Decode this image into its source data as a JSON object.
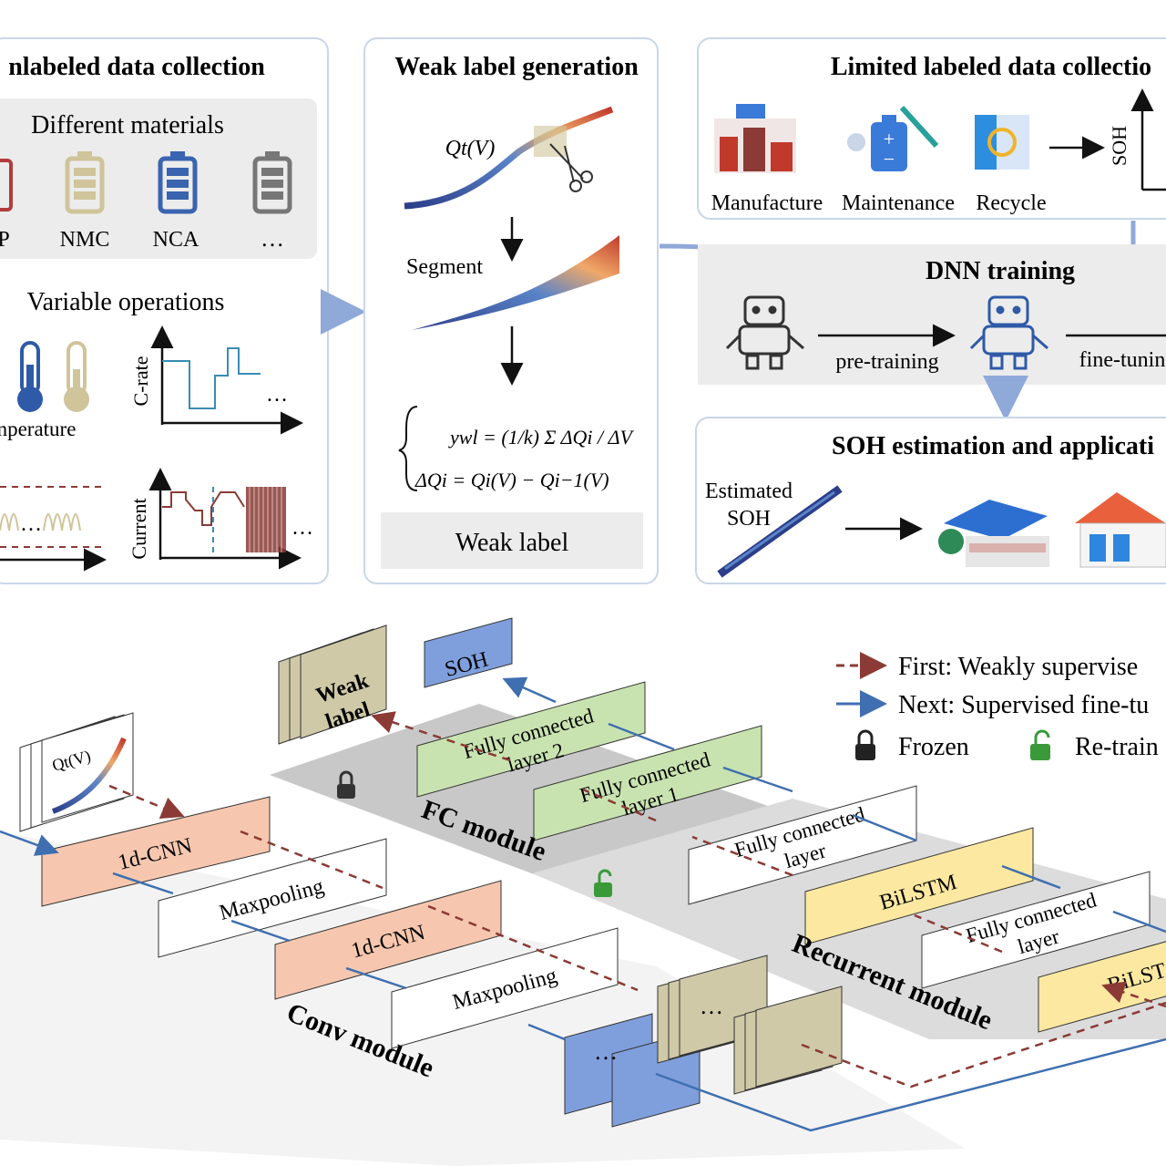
{
  "top": {
    "unlabeled": {
      "title": "nlabeled data collection",
      "materials_title": "Different materials",
      "materials": [
        "P",
        "NMC",
        "NCA",
        "…"
      ],
      "operations_title": "Variable operations",
      "temperature_label": "nperature",
      "crate_label": "C-rate",
      "current_label": "Current",
      "ellipsis": "…",
      "wave_ellipsis": "…"
    },
    "weak": {
      "title": "Weak label generation",
      "q_label": "Qt(V)",
      "segment_label": "Segment",
      "eq_line1": "ywl = (1/k) Σ ΔQi / ΔV",
      "eq_line2": "ΔQi = Qi(V) − Qi−1(V)",
      "weak_label_box": "Weak label"
    },
    "limited": {
      "title": "Limited labeled data collectio",
      "items": [
        "Manufacture",
        "Maintenance",
        "Recycle"
      ],
      "soh_axis": "SOH"
    },
    "dnn": {
      "title": "DNN training",
      "pretraining": "pre-training",
      "finetuning": "fine-tunin"
    },
    "soh_app": {
      "title": "SOH estimation and applicati",
      "estimated_line1": "Estimated",
      "estimated_line2": "SOH"
    }
  },
  "bottom": {
    "legend": {
      "first": "First: Weakly supervise",
      "next": "Next: Supervised fine-tu",
      "frozen": "Frozen",
      "retrain": "Re-train"
    },
    "fc_module": {
      "label": "FC module",
      "fc2_line1": "Fully connected",
      "fc2_line2": "layer 2",
      "fc1_line1": "Fully connected",
      "fc1_line2": "layer 1",
      "soh": "SOH",
      "weak_line1": "Weak",
      "weak_line2": "label"
    },
    "conv_module": {
      "label": "Conv module",
      "layers": [
        "1d-CNN",
        "Maxpooling",
        "1d-CNN",
        "Maxpooling"
      ],
      "input_label": "Qt(V)",
      "ellipsis": "…"
    },
    "recurrent_module": {
      "label": "Recurrent module",
      "fc_line1": "Fully connected",
      "fc_line2": "layer",
      "bilstm": "BiLSTM",
      "fc2_line1": "Fully connected",
      "fc2_line2": "layer",
      "bilstm2": "BiLST",
      "ellipsis": "…"
    }
  },
  "colors": {
    "panel_border": "#c9d6e8",
    "panel_gray": "#ececec",
    "arrow_blue": "#8fa9d9",
    "cnn_fill": "#f6c7ae",
    "fc_green": "#c9e3b0",
    "bilstm_yellow": "#fce8a0",
    "soh_blue": "#7f9fdc",
    "feature_olive": "#cfc9a8",
    "dashed_red": "#8b3a35",
    "line_blue": "#3f6fb0"
  }
}
